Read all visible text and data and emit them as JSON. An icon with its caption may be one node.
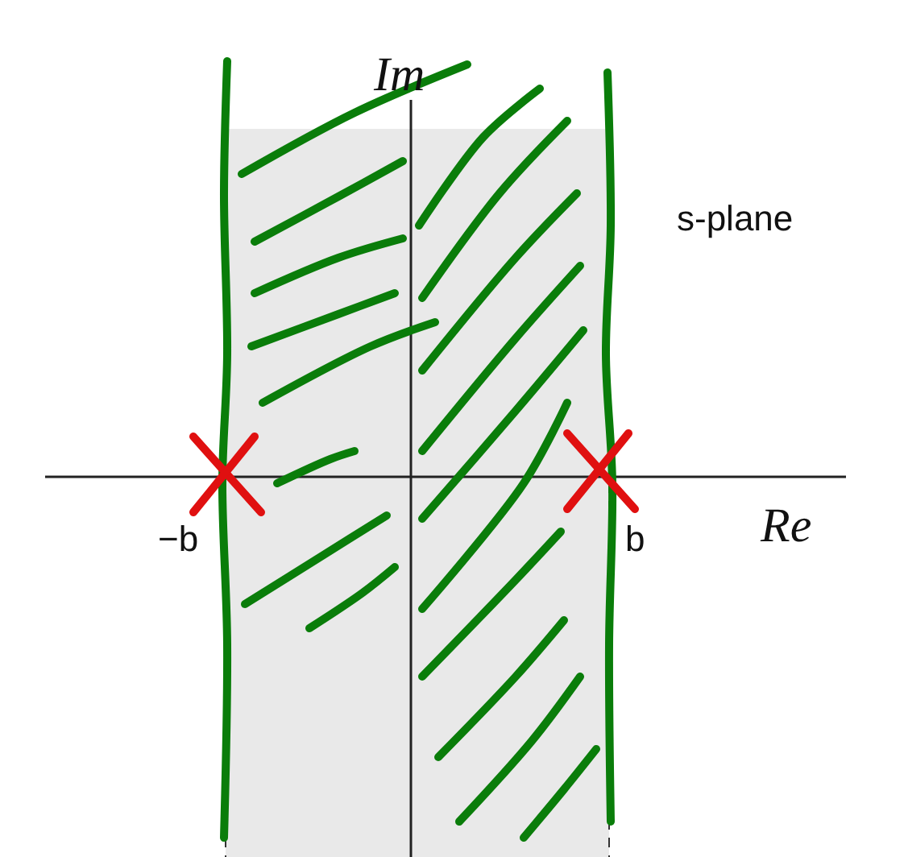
{
  "diagram": {
    "labels": [
      "Im",
      "s-plane",
      "−b",
      "b",
      "Re"
    ]
  }
}
